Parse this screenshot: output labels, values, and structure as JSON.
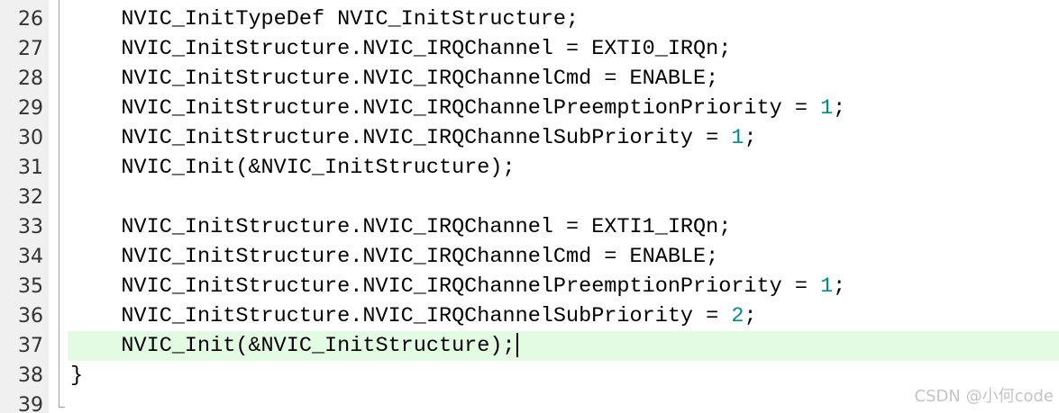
{
  "editor": {
    "current_line": "37",
    "lines": [
      {
        "number": "26",
        "indent": "    ",
        "text": "NVIC_InitTypeDef NVIC_InitStructure;",
        "value": ""
      },
      {
        "number": "27",
        "indent": "    ",
        "text": "NVIC_InitStructure.NVIC_IRQChannel = EXTI0_IRQn;",
        "value": ""
      },
      {
        "number": "28",
        "indent": "    ",
        "text": "NVIC_InitStructure.NVIC_IRQChannelCmd = ENABLE;",
        "value": ""
      },
      {
        "number": "29",
        "indent": "    ",
        "text": "NVIC_InitStructure.NVIC_IRQChannelPreemptionPriority = ",
        "value": "1",
        "tail": ";"
      },
      {
        "number": "30",
        "indent": "    ",
        "text": "NVIC_InitStructure.NVIC_IRQChannelSubPriority = ",
        "value": "1",
        "tail": ";"
      },
      {
        "number": "31",
        "indent": "    ",
        "text": "NVIC_Init(&NVIC_InitStructure);",
        "value": ""
      },
      {
        "number": "32",
        "indent": "",
        "text": "",
        "value": ""
      },
      {
        "number": "33",
        "indent": "    ",
        "text": "NVIC_InitStructure.NVIC_IRQChannel = EXTI1_IRQn;",
        "value": ""
      },
      {
        "number": "34",
        "indent": "    ",
        "text": "NVIC_InitStructure.NVIC_IRQChannelCmd = ENABLE;",
        "value": ""
      },
      {
        "number": "35",
        "indent": "    ",
        "text": "NVIC_InitStructure.NVIC_IRQChannelPreemptionPriority = ",
        "value": "1",
        "tail": ";"
      },
      {
        "number": "36",
        "indent": "    ",
        "text": "NVIC_InitStructure.NVIC_IRQChannelSubPriority = ",
        "value": "2",
        "tail": ";"
      },
      {
        "number": "37",
        "indent": "    ",
        "text": "NVIC_Init(&NVIC_InitStructure);",
        "value": ""
      },
      {
        "number": "38",
        "indent": "",
        "text": "}",
        "value": ""
      },
      {
        "number": "39",
        "indent": "",
        "text": "",
        "value": ""
      }
    ]
  },
  "colors": {
    "current_line_bg": "#e3fbe3",
    "gutter_bg": "#f0f0f0",
    "number_literal": "#008b8b"
  },
  "watermark": "CSDN @小何code"
}
